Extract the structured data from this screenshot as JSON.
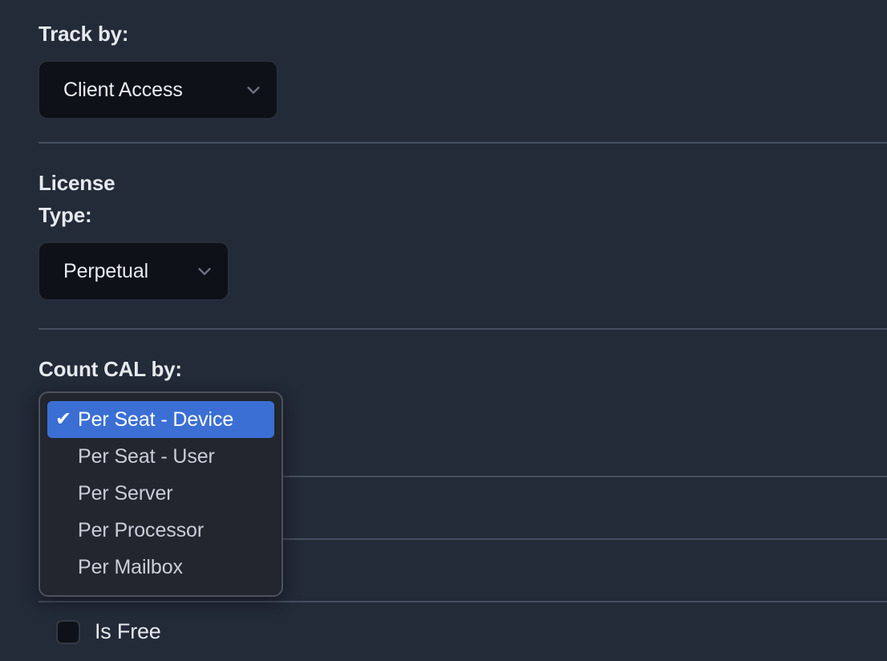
{
  "theme": {
    "background": "#232a38",
    "control_background": "#0e1117",
    "divider": "#464f61",
    "menu_background": "#21262f",
    "menu_border": "#4c525e",
    "accent": "#3b6fd4",
    "text": "#e6e9ef",
    "menu_text": "#c9ced8"
  },
  "fields": {
    "track_by": {
      "label": "Track by:",
      "value": "Client Access",
      "chevron_icon": "chevron-down-icon"
    },
    "license_type": {
      "label": "License\nType:",
      "value": "Perpetual",
      "chevron_icon": "chevron-down-icon"
    },
    "count_cal_by": {
      "label": "Count CAL by:",
      "selected": "Per Seat - Device",
      "check_glyph": "✔",
      "options": [
        {
          "label": "Per Seat - Device",
          "selected": true
        },
        {
          "label": "Per Seat - User",
          "selected": false
        },
        {
          "label": "Per Server",
          "selected": false
        },
        {
          "label": "Per Processor",
          "selected": false
        },
        {
          "label": "Per Mailbox",
          "selected": false
        }
      ]
    },
    "is_free": {
      "label": "Is Free",
      "checked": false
    }
  }
}
